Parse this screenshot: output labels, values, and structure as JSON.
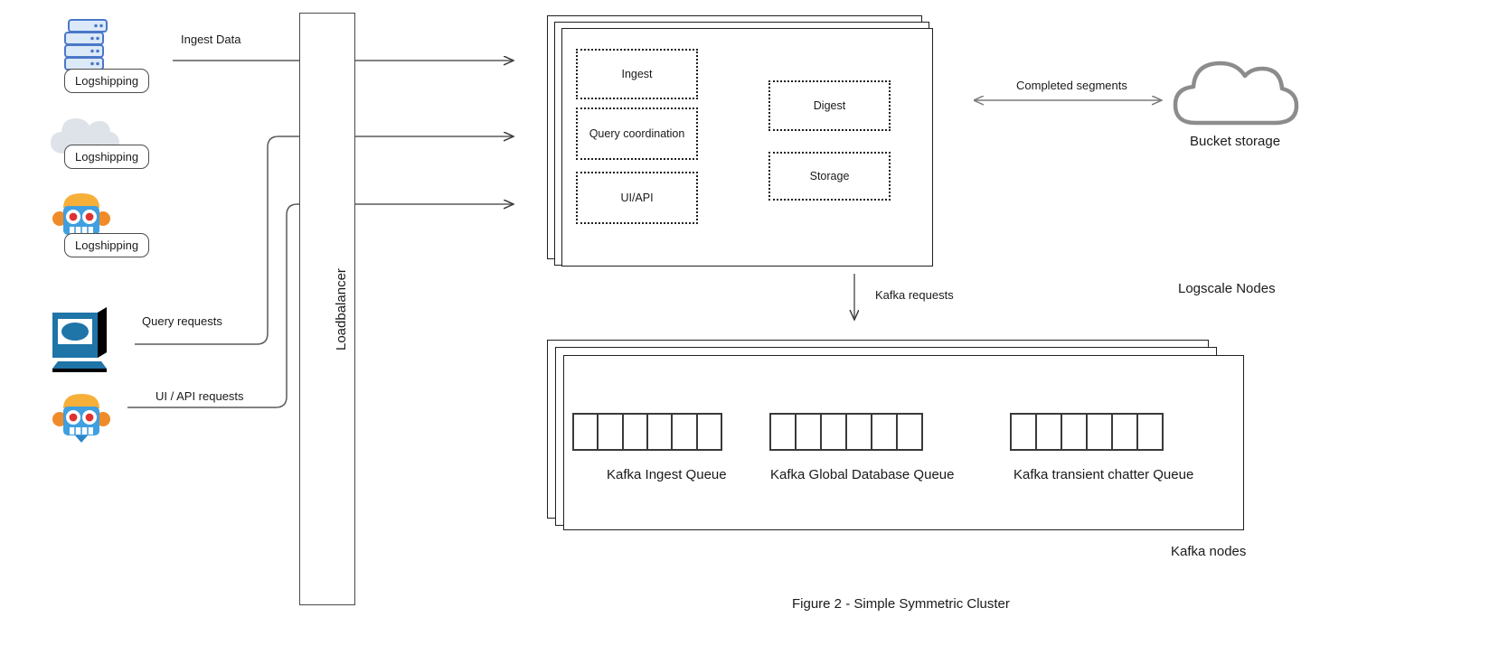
{
  "figure": {
    "caption": "Figure 2 - Simple Symmetric Cluster"
  },
  "sources": [
    {
      "id": "servers",
      "label": "Logshipping",
      "icon": "server-stack-icon"
    },
    {
      "id": "cloud",
      "label": "Logshipping",
      "icon": "cloud-icon"
    },
    {
      "id": "robot",
      "label": "Logshipping",
      "icon": "robot-icon"
    },
    {
      "id": "desktop",
      "label": "",
      "icon": "desktop-computer-icon"
    },
    {
      "id": "robot2",
      "label": "",
      "icon": "robot-icon"
    }
  ],
  "flow_labels": {
    "ingest": "Ingest Data",
    "query": "Query requests",
    "uiapi": "UI / API requests",
    "kafka": "Kafka requests",
    "segments": "Completed segments"
  },
  "loadbalancer": {
    "label": "Loadbalancer"
  },
  "logscale": {
    "group_label": "Logscale Nodes",
    "left_components": [
      {
        "label": "Ingest"
      },
      {
        "label": "Query coordination"
      },
      {
        "label": "UI/API"
      }
    ],
    "right_components": [
      {
        "label": "Digest"
      },
      {
        "label": "Storage"
      }
    ]
  },
  "bucket": {
    "label": "Bucket storage",
    "icon": "cloud-icon"
  },
  "kafka": {
    "group_label": "Kafka nodes",
    "queues": [
      {
        "label": "Kafka Ingest Queue",
        "cells": 6
      },
      {
        "label": "Kafka Global Database Queue",
        "cells": 6
      },
      {
        "label": "Kafka transient chatter Queue",
        "cells": 6
      }
    ]
  },
  "colors": {
    "line": "#5a5a5a",
    "box_border": "#1f1f1f",
    "cloud_gray": "#8c8c8c",
    "icon_blue": "#1f74a8",
    "icon_light_blue": "#4aa3df",
    "icon_pale": "#c9dcf0"
  }
}
